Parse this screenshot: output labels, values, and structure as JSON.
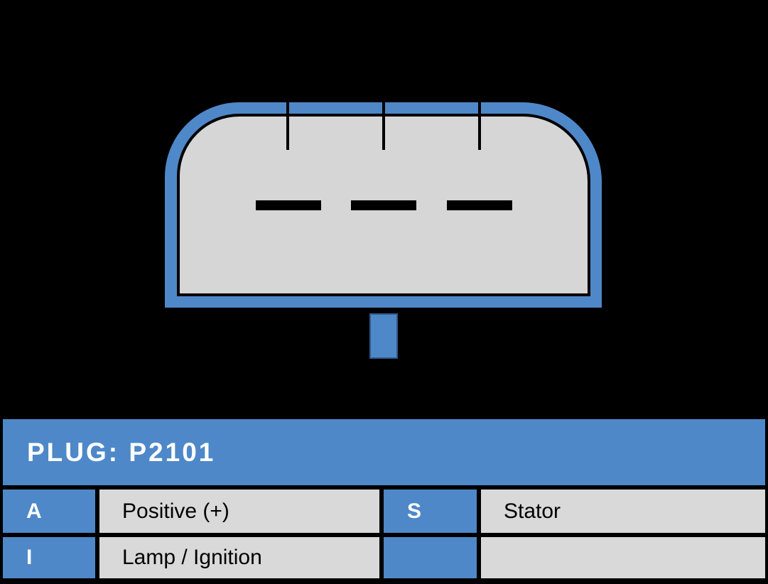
{
  "title_bar": {
    "label": "PLUG: P2101"
  },
  "pinout": {
    "rows": [
      {
        "pin_left": "A",
        "desc_left": "Positive (+)",
        "pin_right": "S",
        "desc_right": "Stator"
      },
      {
        "pin_left": "I",
        "desc_left": "Lamp / Ignition",
        "pin_right": "",
        "desc_right": ""
      }
    ]
  },
  "connector": {
    "terminal_count": 3,
    "type": "3-slot plug, rounded-top housing with bottom mounting tab"
  },
  "colors": {
    "accent_blue": "#4E88C8",
    "housing_gray": "#D6D6D6",
    "cell_gray": "#D9D9D9",
    "tab_border_blue": "#2E5A8C",
    "line_black": "#000000",
    "title_text": "#FFFFFF"
  }
}
